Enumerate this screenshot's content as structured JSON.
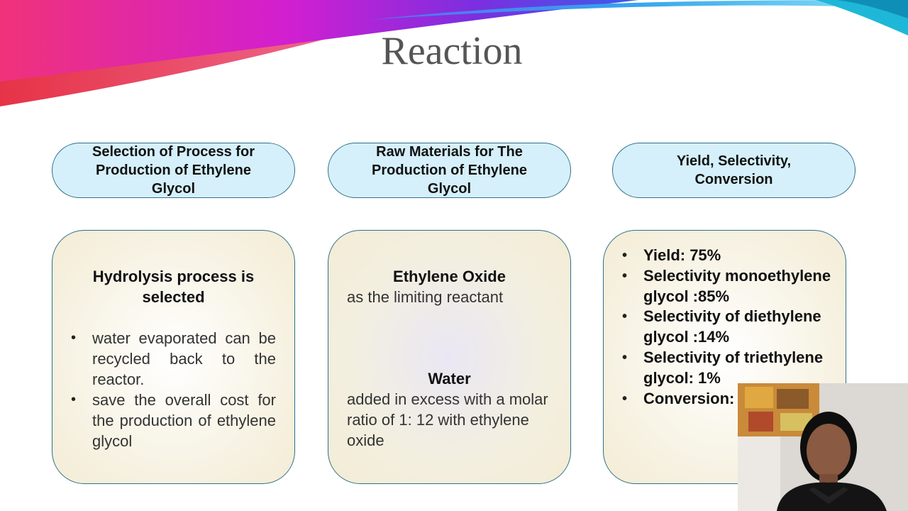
{
  "slide": {
    "title": "Reaction",
    "colors": {
      "pill_fill": "#d5f0fa",
      "card_fill": "#f3ecd6",
      "border": "#2f6f86",
      "title": "#555555"
    }
  },
  "columns": [
    {
      "header": "Selection of Process for Production of Ethylene Glycol",
      "heading": "Hydrolysis process is selected",
      "bullets": [
        "water evaporated can be recycled back to the reactor.",
        "save the overall cost for the production of ethylene glycol"
      ]
    },
    {
      "header": "Raw Materials for The Production of Ethylene Glycol",
      "item1_title": "Ethylene Oxide",
      "item1_text": "as the limiting reactant",
      "item2_title": "Water",
      "item2_text": "added in excess with a molar ratio of 1: 12 with ethylene oxide"
    },
    {
      "header": "Yield, Selectivity, Conversion",
      "bullets": [
        "Yield: 75%",
        "Selectivity monoethylene glycol :85%",
        "Selectivity of diethylene glycol :14%",
        "Selectivity of triethylene glycol: 1%",
        "Conversion:"
      ]
    }
  ],
  "webcam": {
    "icon": "presenter-video-icon"
  }
}
